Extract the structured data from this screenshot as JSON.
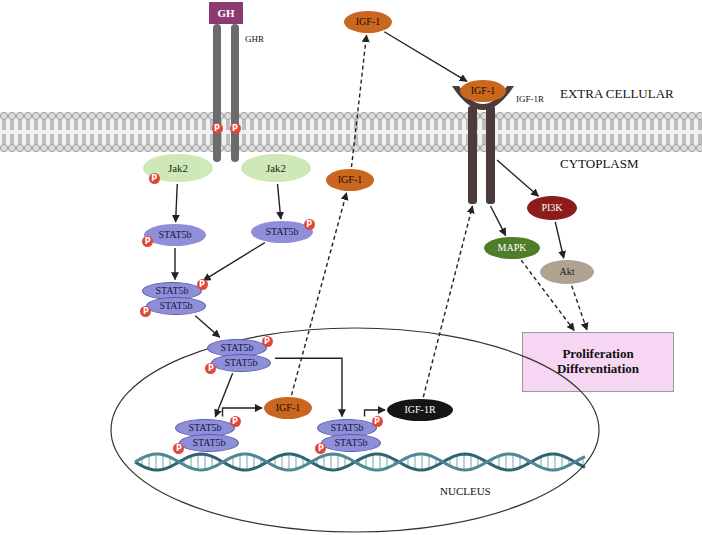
{
  "diagram": {
    "nodes": [
      {
        "text": [
          "GH"
        ]
      },
      {
        "text": [
          "Jak2"
        ]
      },
      {
        "text": [
          "Jak2"
        ]
      },
      {
        "text": [
          "STAT5b"
        ]
      },
      {
        "text": [
          "STAT5b"
        ]
      },
      {
        "text": [
          "STAT5b",
          "STAT5b"
        ]
      },
      {
        "text": [
          "IGF-1"
        ]
      },
      {
        "text": [
          "IGF-1R"
        ]
      },
      {
        "text": [
          "IGF-1"
        ],
        "in": 7
      },
      {
        "text": [
          "IGF-1"
        ]
      },
      {
        "text": [
          "MAPK"
        ]
      },
      {
        "text": [
          "PI3K"
        ]
      },
      {
        "text": [
          "Akt"
        ]
      },
      {
        "text": [
          "Proliferation Differentiation"
        ]
      },
      {
        "text": [
          "NUCLEUS"
        ]
      },
      {
        "text": [
          "STAT5b",
          "STAT5b"
        ],
        "in": 14
      },
      {
        "text": [
          "STAT5b",
          "STAT5b"
        ],
        "in": 14
      },
      {
        "text": [
          "IGF-1"
        ],
        "in": 14
      },
      {
        "text": [
          "STAT5b",
          "STAT5b"
        ],
        "in": 14
      },
      {
        "text": [
          "IGF-1R"
        ],
        "in": 14
      }
    ],
    "edges": [
      {
        "from": 1,
        "to": 3,
        "arrow": "to"
      },
      {
        "from": 2,
        "to": 4,
        "arrow": "to"
      },
      {
        "from": 3,
        "to": 5,
        "arrow": "to"
      },
      {
        "from": 4,
        "to": 5,
        "arrow": "to"
      },
      {
        "from": 5,
        "to": 15,
        "arrow": "to"
      },
      {
        "from": 15,
        "to": 16,
        "arrow": "to"
      },
      {
        "from": 15,
        "to": 18,
        "arrow": "to"
      },
      {
        "from": 16,
        "to": 17,
        "arrow": "to"
      },
      {
        "from": 18,
        "to": 19,
        "arrow": "to"
      },
      {
        "from": 17,
        "to": 9,
        "arrow": "to"
      },
      {
        "from": 9,
        "to": 6,
        "arrow": "to"
      },
      {
        "from": 19,
        "to": 7,
        "arrow": "to"
      },
      {
        "from": 6,
        "to": 8,
        "arrow": "to"
      },
      {
        "from": 7,
        "to": 10,
        "arrow": "to"
      },
      {
        "from": 7,
        "to": 11,
        "arrow": "to"
      },
      {
        "from": 11,
        "to": 12,
        "arrow": "to"
      },
      {
        "from": 10,
        "to": 13,
        "arrow": "to"
      },
      {
        "from": 12,
        "to": 13,
        "arrow": "to"
      }
    ],
    "labels": [
      "GHR",
      "EXTRA CELLULAR",
      "CYTOPLASM",
      "P",
      "P",
      "P",
      "P",
      "P",
      "P",
      "P",
      "P",
      "P",
      "P",
      "P",
      "P",
      "P"
    ]
  }
}
